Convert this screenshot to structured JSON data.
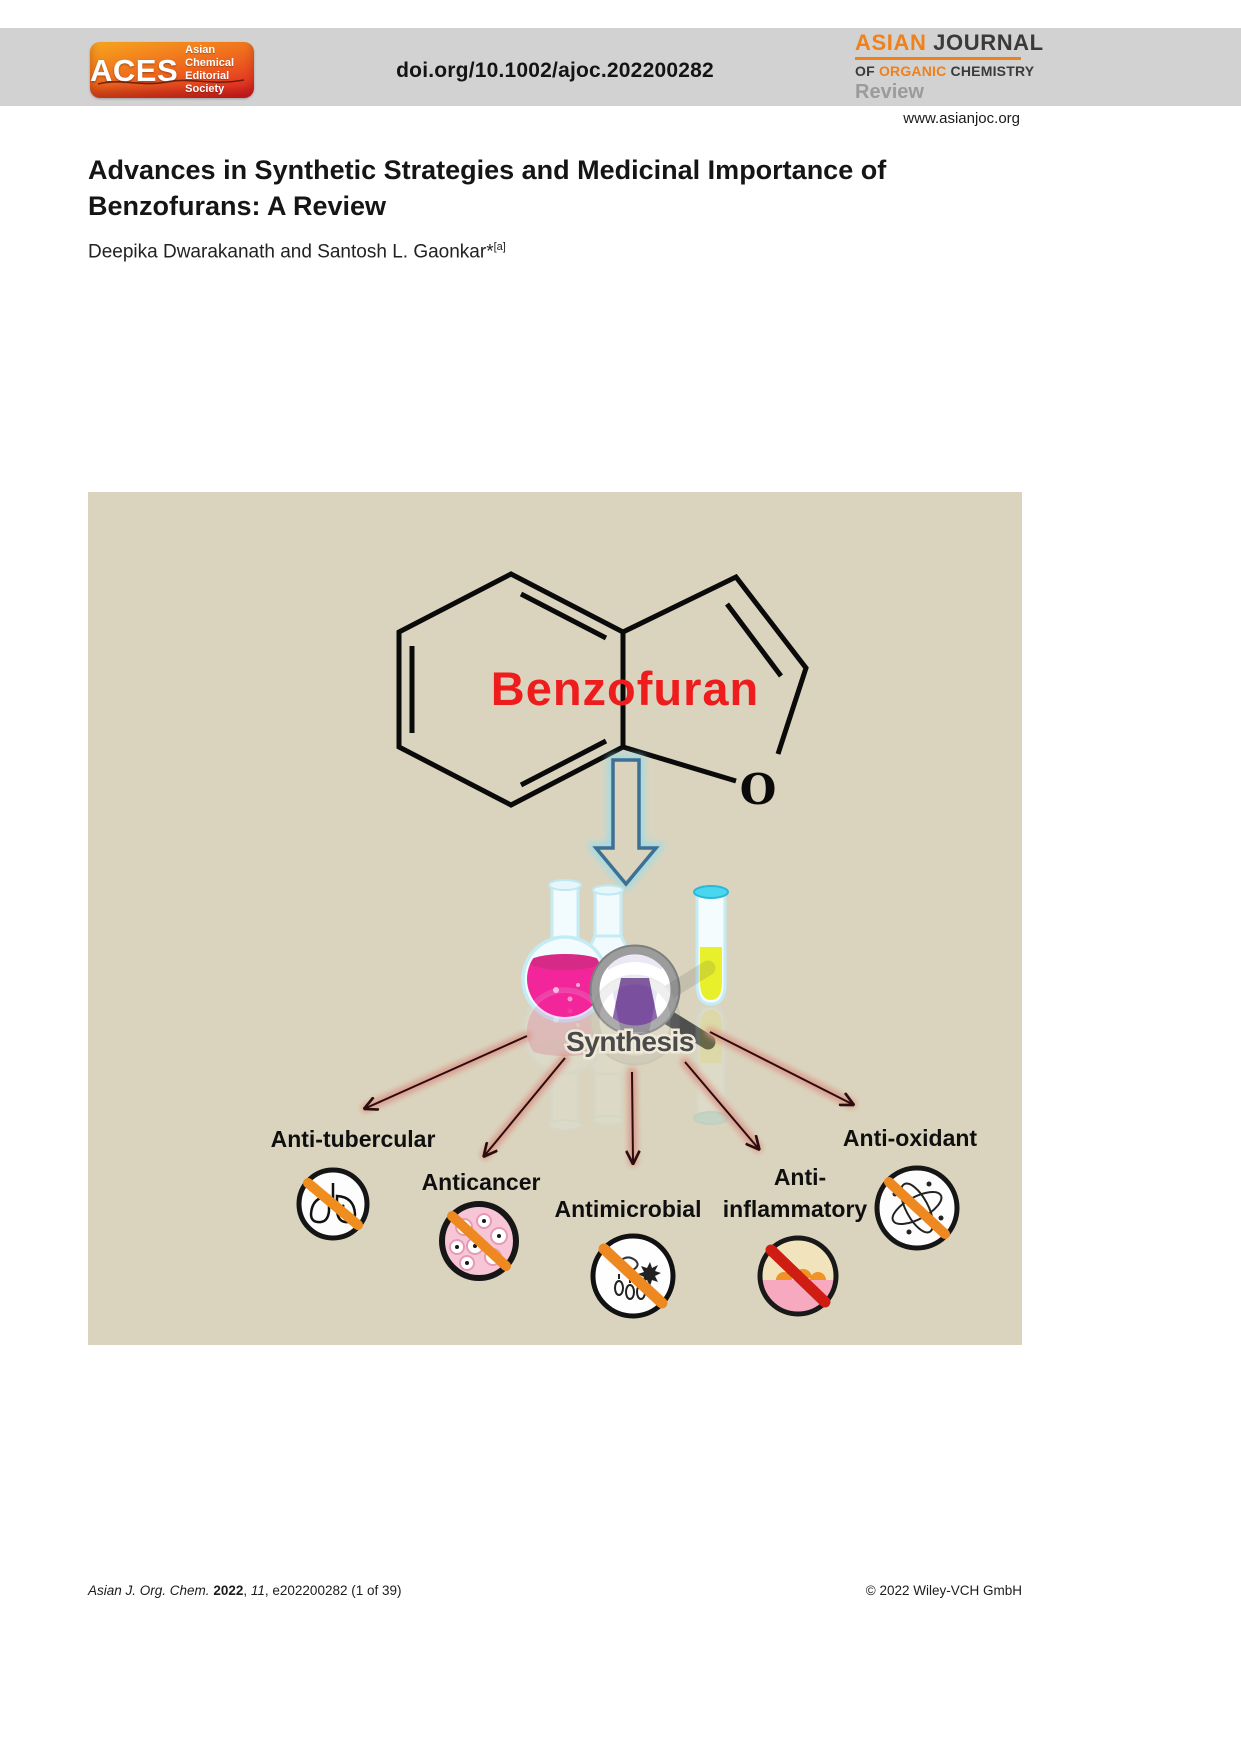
{
  "header": {
    "aces": {
      "acronym": "ACES",
      "sub_line1": "Asian Chemical",
      "sub_line2": "Editorial Society"
    },
    "doi": "doi.org/10.1002/ajoc.202200282",
    "journal": {
      "word1": "ASIAN",
      "word2": "JOURNAL",
      "line2a": "OF",
      "line2b": "ORGANIC",
      "line2c": "CHEMISTRY",
      "article_type": "Review"
    },
    "website": "www.asianjoc.org"
  },
  "article": {
    "title_line1": "Advances in Synthetic Strategies and Medicinal Importance of",
    "title_line2": "Benzofurans: A Review",
    "authors": "Deepika Dwarakanath and Santosh L. Gaonkar*",
    "author_note": "[a]"
  },
  "graphic": {
    "compound": "Benzofuran",
    "oxygen": "O",
    "process": "Synthesis",
    "activities": [
      {
        "label": "Anti-tubercular",
        "icon": "no-lungs-icon"
      },
      {
        "label": "Anticancer",
        "icon": "no-cancer-cells-icon"
      },
      {
        "label": "Antimicrobial",
        "icon": "no-microbes-icon"
      },
      {
        "label": "Anti-inflammatory",
        "line1": "Anti-",
        "line2": "inflammatory",
        "icon": "no-inflammation-icon"
      },
      {
        "label": "Anti-oxidant",
        "icon": "no-oxidation-atom-icon"
      }
    ]
  },
  "footer": {
    "citation": {
      "journal": "Asian J. Org. Chem.",
      "year": "2022",
      "sep": ", ",
      "volume": "11",
      "rest": ", e202200282 (1 of 39)"
    },
    "copyright": "© 2022 Wiley-VCH GmbH"
  },
  "colors": {
    "accent_orange": "#f08019",
    "compound_red": "#ee1c1c",
    "panel_beige": "#dad4be",
    "band_gray": "#d2d2d2",
    "arrow_blue": "#3e6f95",
    "glow_pink": "#dc9386"
  }
}
